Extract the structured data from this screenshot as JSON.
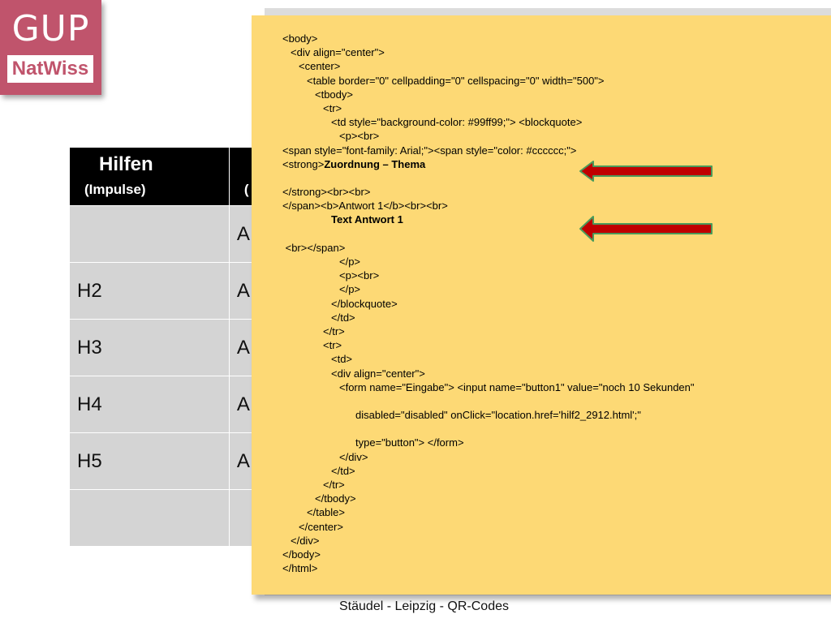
{
  "logo": {
    "top": "GUP",
    "bottom": "NatWiss"
  },
  "table": {
    "header": {
      "col1_title": "Hilfen",
      "col1_sub": "(Impulse)",
      "col2_sub": "("
    },
    "rows": [
      {
        "h": "",
        "a": "A"
      },
      {
        "h": "H2",
        "a": "A"
      },
      {
        "h": "H3",
        "a": "A"
      },
      {
        "h": "H4",
        "a": "A"
      },
      {
        "h": "H5",
        "a": "A"
      },
      {
        "h": "",
        "a": ""
      }
    ]
  },
  "code": {
    "lines": [
      {
        "text": "<body>",
        "indent": 0,
        "bold": false
      },
      {
        "text": "<div align=\"center\">",
        "indent": 1,
        "bold": false
      },
      {
        "text": "<center>",
        "indent": 2,
        "bold": false
      },
      {
        "text": "<table border=\"0\" cellpadding=\"0\" cellspacing=\"0\" width=\"500\">",
        "indent": 3,
        "bold": false
      },
      {
        "text": "<tbody>",
        "indent": 4,
        "bold": false
      },
      {
        "text": "<tr>",
        "indent": 5,
        "bold": false
      },
      {
        "text": "<td style=\"background-color: #99ff99;\"> <blockquote>",
        "indent": 6,
        "bold": false
      },
      {
        "text": "<p><br>",
        "indent": 7,
        "bold": false
      },
      {
        "text": "<span style=\"font-family: Arial;\"><span style=\"color: #cccccc;\">",
        "indent": 0,
        "bold": false
      },
      {
        "text": "<strong>Zuordnung – Thema",
        "indent": 0,
        "bold": false,
        "bold_suffix": "Zuordnung – Thema"
      },
      {
        "text": "",
        "indent": 0,
        "bold": false
      },
      {
        "text": "</strong><br><br>",
        "indent": 0,
        "bold": false
      },
      {
        "text": "</span><b>Antwort 1</b><br><br>",
        "indent": 0,
        "bold": false
      },
      {
        "text": "Text Antwort 1",
        "indent": 6,
        "bold": true
      },
      {
        "text": "",
        "indent": 0,
        "bold": false
      },
      {
        "text": " <br></span>",
        "indent": 0,
        "bold": false
      },
      {
        "text": "</p>",
        "indent": 7,
        "bold": false
      },
      {
        "text": "<p><br>",
        "indent": 7,
        "bold": false
      },
      {
        "text": "</p>",
        "indent": 7,
        "bold": false
      },
      {
        "text": "</blockquote>",
        "indent": 6,
        "bold": false
      },
      {
        "text": "</td>",
        "indent": 6,
        "bold": false
      },
      {
        "text": "</tr>",
        "indent": 5,
        "bold": false
      },
      {
        "text": "<tr>",
        "indent": 5,
        "bold": false
      },
      {
        "text": "<td>",
        "indent": 6,
        "bold": false
      },
      {
        "text": "<div align=\"center\">",
        "indent": 6,
        "bold": false
      },
      {
        "text": "<form name=\"Eingabe\"> <input name=\"button1\" value=\"noch 10 Sekunden\"",
        "indent": 7,
        "bold": false
      },
      {
        "text": "",
        "indent": 0,
        "bold": false
      },
      {
        "text": "disabled=\"disabled\" onClick=\"location.href='hilf2_2912.html';\"",
        "indent": 9,
        "bold": false
      },
      {
        "text": "",
        "indent": 0,
        "bold": false
      },
      {
        "text": "type=\"button\"> </form>",
        "indent": 9,
        "bold": false
      },
      {
        "text": "</div>",
        "indent": 7,
        "bold": false
      },
      {
        "text": "</td>",
        "indent": 6,
        "bold": false
      },
      {
        "text": "</tr>",
        "indent": 5,
        "bold": false
      },
      {
        "text": "</tbody>",
        "indent": 4,
        "bold": false
      },
      {
        "text": "</table>",
        "indent": 3,
        "bold": false
      },
      {
        "text": "</center>",
        "indent": 2,
        "bold": false
      },
      {
        "text": "</div>",
        "indent": 1,
        "bold": false
      },
      {
        "text": "</body>",
        "indent": 0,
        "bold": false
      },
      {
        "text": "</html>",
        "indent": 0,
        "bold": false
      }
    ]
  },
  "arrows": {
    "fill": "#c00000",
    "stroke": "#4a9a5a",
    "icon": "arrow-left-icon"
  },
  "colors": {
    "logo_bg": "#c0546c",
    "panel_bg": "#fdd975",
    "table_header_bg": "#000000",
    "table_cell_bg": "#d4d4d4"
  },
  "footer": {
    "text": "Stäudel - Leipzig - QR-Codes"
  }
}
